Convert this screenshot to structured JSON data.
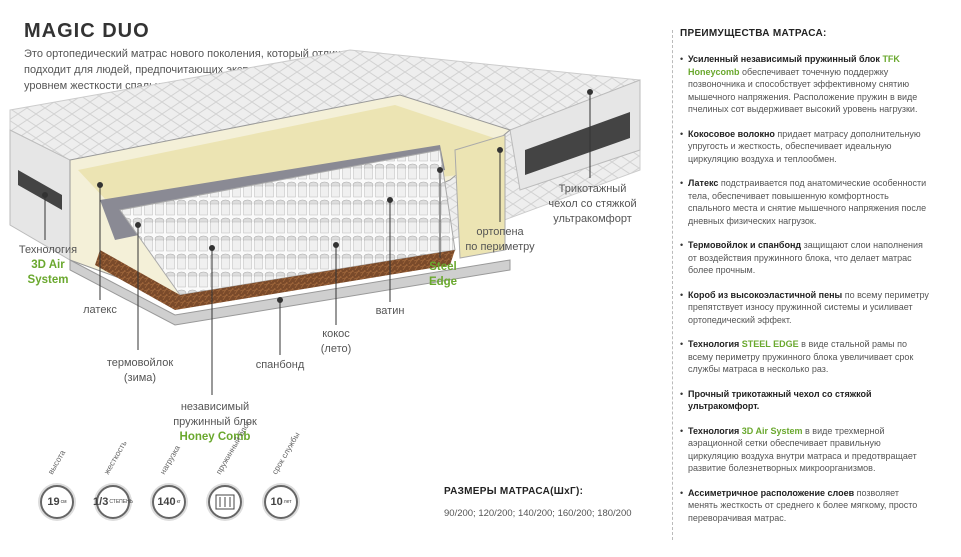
{
  "title": "MAGIC DUO",
  "intro": "Это ортопедический матрас нового поколения, который отлично подходит для людей, предпочитающих экспериментировать с уровнем жесткости спального места.",
  "labels": {
    "tech_3d_line1": "Технология",
    "tech_3d_line2": "3D Air",
    "tech_3d_line3": "System",
    "latex": "латекс",
    "thermo_line1": "термовойлок",
    "thermo_line2": "(зима)",
    "spanbond": "спанбонд",
    "coconut_line1": "кокос",
    "coconut_line2": "(лето)",
    "vatin": "ватин",
    "steel_line1": "Steel",
    "steel_line2": "Edge",
    "ortopena_line1": "ортопена",
    "ortopena_line2": "по периметру",
    "cover_line1": "Трикотажный",
    "cover_line2": "чехол со стяжкой",
    "cover_line3": "ультракомфорт",
    "spring_line1": "независимый",
    "spring_line2": "пружинный блок",
    "spring_line3": "Honey Comb"
  },
  "icons": [
    {
      "caption": "высота",
      "value": "19",
      "unit": "см",
      "name": "height-icon"
    },
    {
      "caption": "жесткость",
      "value": "1/3",
      "unit": "СТЕПЕНЬ",
      "name": "firmness-icon"
    },
    {
      "caption": "нагрузка",
      "value": "140",
      "unit": "кг",
      "name": "load-icon"
    },
    {
      "caption": "пружинный блок",
      "value": "",
      "unit": "",
      "name": "spring-block-icon"
    },
    {
      "caption": "срок службы",
      "value": "10",
      "unit": "лет",
      "name": "lifetime-icon"
    }
  ],
  "sizes_title": "РАЗМЕРЫ МАТРАСА(ШхГ):",
  "sizes": "90/200; 120/200; 140/200; 160/200; 180/200",
  "advantages_title": "ПРЕИМУЩЕСТВА МАТРАСА:",
  "advantages": [
    {
      "bold": "Усиленный независимый пружинный блок",
      "green": "TFK Honeycomb",
      "text": "обеспечивает точечную поддержку позвоночника и способствует эффективному снятию мышечного напряжения. Расположение пружин в виде пчелиных сот выдерживает высокий уровень нагрузки."
    },
    {
      "bold": "Кокосовое волокно",
      "green": "",
      "text": "придает матрасу дополнительную упругость и жесткость, обеспечивает идеальную циркуляцию воздуха и теплообмен."
    },
    {
      "bold": "Латекс",
      "green": "",
      "text": "подстраивается под анатомические особенности тела, обеспечивает повышенную комфортность спального места и снятие мышечного напряжения после дневных физических нагрузок."
    },
    {
      "bold": "Термовойлок и спанбонд",
      "green": "",
      "text": "защищают слои наполнения от воздействия пружинного блока, что делает матрас более прочным."
    },
    {
      "bold": "Короб из высокоэластичной пены",
      "green": "",
      "text": "по всему периметру препятствует износу пружинной системы и усиливает ортопедический эффект."
    },
    {
      "bold": "Технология",
      "green": "STEEL EDGE",
      "text": "в виде стальной рамы по всему периметру пружинного блока увеличивает срок службы матраса в несколько раз."
    },
    {
      "bold": "Прочный трикотажный чехол со стяжкой ультракомфорт.",
      "green": "",
      "text": ""
    },
    {
      "bold": "Технология",
      "green": "3D Air System",
      "text": "в виде трехмерной аэрационной сетки обеспечивает правильную циркуляцию воздуха внутри матраса и предотвращает развитие болезнетворных микроорганизмов."
    },
    {
      "bold": "Ассиметричное расположение слоев",
      "green": "",
      "text": "позволяет менять жесткость от среднего к более мягкому, просто переворачивая матрас."
    }
  ]
}
